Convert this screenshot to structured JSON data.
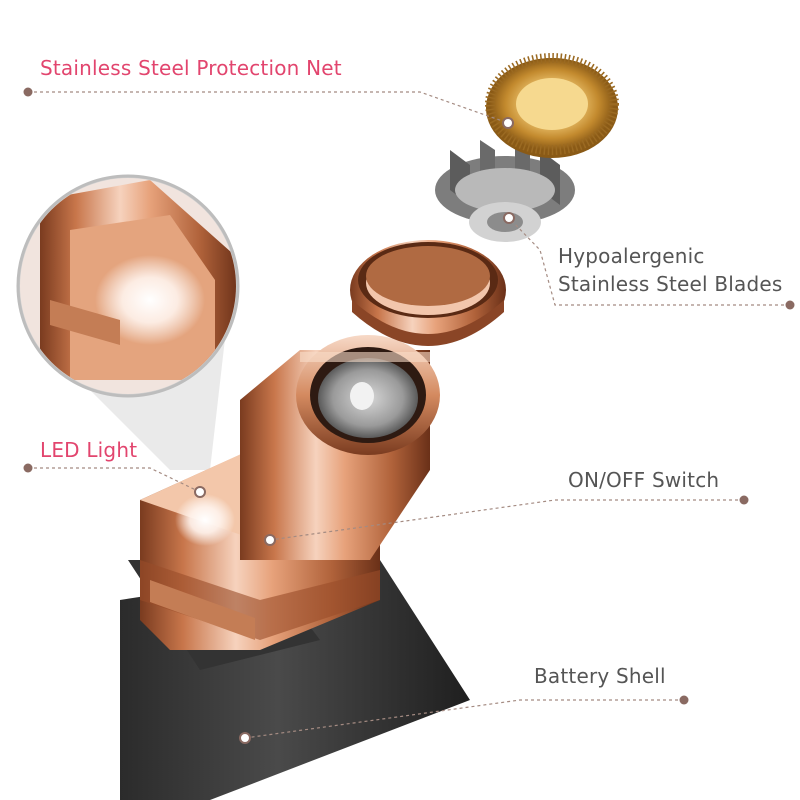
{
  "colors": {
    "label_pink": "#e2456e",
    "label_gray": "#555555",
    "leader_line": "#a48b82",
    "marker_dot": "#8a6a62",
    "rose_gold_light": "#f6d2bd",
    "rose_gold_mid": "#d98e63",
    "rose_gold_dark": "#7a3b1f",
    "gold_net": "#e2ad52",
    "shell_dark": "#3a3a3a"
  },
  "callouts": {
    "protection_net": "Stainless Steel Protection Net",
    "led_light": "LED Light",
    "blades_line1": "Hypoalergenic",
    "blades_line2": "Stainless Steel Blades",
    "on_off_switch": "ON/OFF Switch",
    "battery_shell": "Battery Shell"
  }
}
